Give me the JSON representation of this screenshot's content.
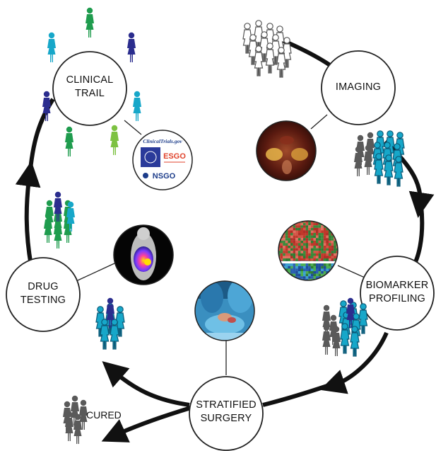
{
  "nodes": {
    "clinical_trial": {
      "line1": "CLINICAL",
      "line2": "TRAIL"
    },
    "imaging": {
      "line1": "IMAGING"
    },
    "biomarker_profiling": {
      "line1": "BIOMARKER",
      "line2": "PROFILING"
    },
    "stratified_surgery": {
      "line1": "STRATIFIED",
      "line2": "SURGERY"
    },
    "drug_testing": {
      "line1": "DRUG",
      "line2": "TESTING"
    }
  },
  "cured_label": "CURED",
  "logos": {
    "clinicaltrials": "ClinicalTrials.gov",
    "esgo": "ESGO",
    "nsgo": "NSGO"
  },
  "colors": {
    "teal": "#17a7c9",
    "navy": "#2b2d8e",
    "green": "#1f9c4e",
    "lime": "#7dc242",
    "gray": "#5a5a5a",
    "outline": "#888888"
  },
  "icons": {
    "patient": "person-icon",
    "scan": "tumor-scan-icon",
    "heatmap": "heatmap-icon",
    "surgery": "surgery-photo-icon",
    "mouse": "mouse-imaging-icon"
  }
}
